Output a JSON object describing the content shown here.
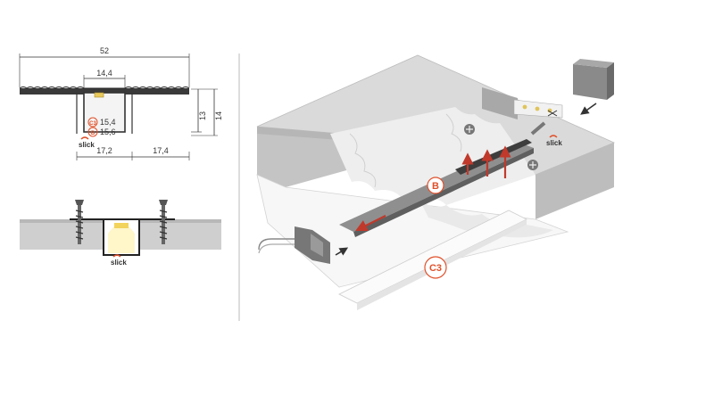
{
  "dimensions": {
    "total_width": "52",
    "channel_width": "14,4",
    "height_13": "13",
    "height_14": "14",
    "c3_depth": "15,4",
    "b_depth": "15,6",
    "left_span": "17,2",
    "right_span": "17,4"
  },
  "labels": {
    "c3": "C3",
    "b": "B",
    "brand": "slick"
  },
  "colors": {
    "accent": "#e0502a",
    "wall_top": "#dcdcdc",
    "wall_side": "#c8c8c8",
    "plaster": "#d6d6d6",
    "profile": "#9a9a9a",
    "dark": "#444444"
  }
}
